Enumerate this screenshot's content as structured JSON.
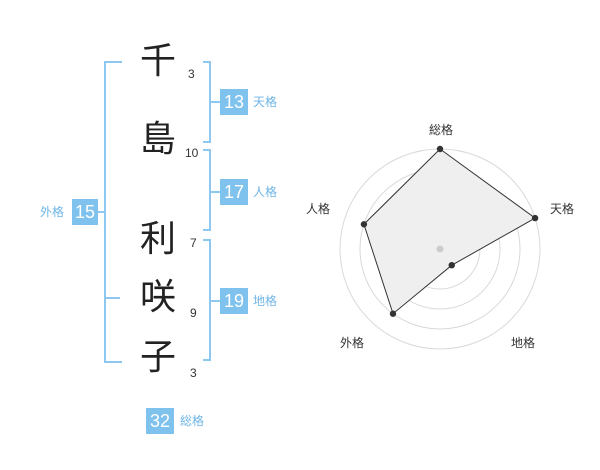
{
  "name": {
    "chars": [
      {
        "char": "千",
        "strokes": "3"
      },
      {
        "char": "島",
        "strokes": "10"
      },
      {
        "char": "利",
        "strokes": "7"
      },
      {
        "char": "咲",
        "strokes": "9"
      },
      {
        "char": "子",
        "strokes": "3"
      }
    ]
  },
  "kaku": {
    "tenkaku": {
      "value": "13",
      "label": "天格"
    },
    "jinkaku": {
      "value": "17",
      "label": "人格"
    },
    "chikaku": {
      "value": "19",
      "label": "地格"
    },
    "gaikaku": {
      "value": "15",
      "label": "外格"
    },
    "soukaku": {
      "value": "32",
      "label": "総格"
    }
  },
  "colors": {
    "accent": "#7fc2ee",
    "bracket": "#8cc8f0",
    "radar_fill": "#efefef",
    "point": "#333333"
  },
  "chart_data": {
    "type": "radar",
    "categories": [
      "総格",
      "天格",
      "地格",
      "外格",
      "人格"
    ],
    "values": [
      5,
      5,
      1,
      4,
      4
    ],
    "rlim": [
      0,
      5
    ],
    "grid_rings": 5
  }
}
